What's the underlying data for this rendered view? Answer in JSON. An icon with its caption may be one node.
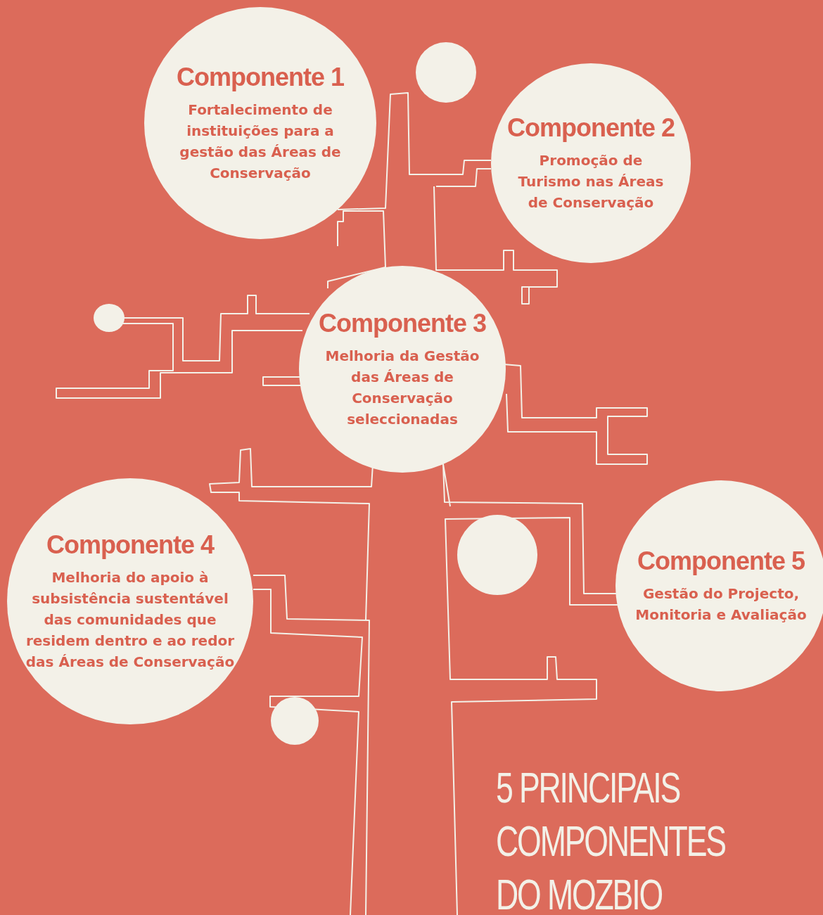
{
  "diagram": {
    "title": "5 PRINCIPAIS COMPONENTES DO MOZBIO",
    "nodes": [
      {
        "text": [
          "Componente 1",
          "Fortalecimento de instituições para a gestão das Áreas de Conservação"
        ]
      },
      {
        "text": [],
        "shape": "circle"
      },
      {
        "text": [
          "Componente 2",
          "Promoção de Turismo nas Áreas de Conservação"
        ]
      },
      {
        "text": [],
        "shape": "circle"
      },
      {
        "text": [
          "Componente 3",
          "Melhoria da Gestão das Áreas de Conservação seleccionadas"
        ]
      },
      {
        "text": [
          "Componente 4",
          "Melhoria do apoio à subsistência sustentável das comunidades que residem dentro e ao redor das Áreas de Conservação"
        ]
      },
      {
        "text": [],
        "shape": "circle"
      },
      {
        "text": [
          "Componente 5",
          "Gestão do Projecto, Monitoria e Avaliação"
        ]
      },
      {
        "text": [],
        "shape": "circle"
      }
    ]
  }
}
